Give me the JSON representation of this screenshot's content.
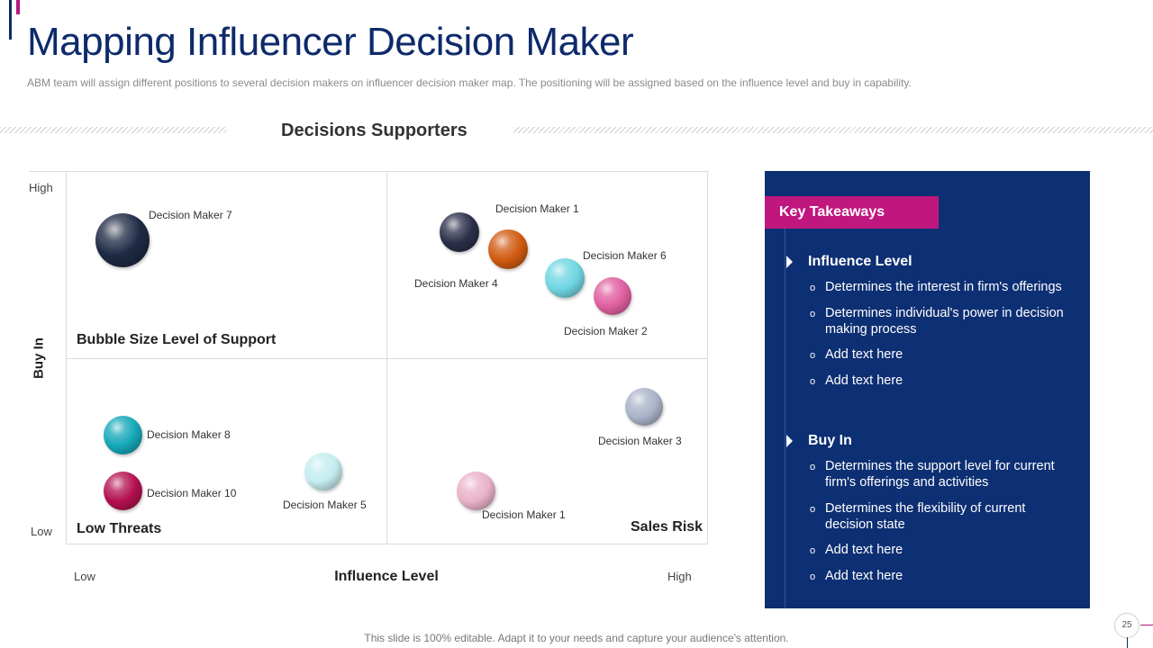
{
  "title": "Mapping Influencer Decision Maker",
  "subtitle": "ABM  team will assign different positions to several decision makers on influencer decision maker map. The positioning will be assigned based on the influence level and buy in capability.",
  "section_title": "Decisions Supporters",
  "matrix": {
    "y_axis": {
      "label": "Buy In",
      "high": "High",
      "low": "Low"
    },
    "x_axis": {
      "label": "Influence Level",
      "low": "Low",
      "high": "High"
    },
    "quadrant_labels": {
      "top_left": "Bubble Size  Level of Support",
      "bottom_left": "Low Threats",
      "bottom_right": "Sales Risk"
    }
  },
  "chart_data": {
    "type": "scatter",
    "xlabel": "Influence Level",
    "ylabel": "Buy In",
    "xlim": [
      "Low",
      "High"
    ],
    "ylim": [
      "Low",
      "High"
    ],
    "grid": "2x2 quadrants",
    "points": [
      {
        "name": "Decision Maker 7",
        "color": "#1e2a44"
      },
      {
        "name": "Decision Maker 1",
        "color": "#2b2f4a"
      },
      {
        "name": "Decision Maker 4",
        "color": "#d05a10"
      },
      {
        "name": "Decision Maker 6",
        "color": "#6fd6e2"
      },
      {
        "name": "Decision Maker 2",
        "color": "#e05ea0"
      },
      {
        "name": "Decision Maker 8",
        "color": "#15a8b8"
      },
      {
        "name": "Decision Maker 10",
        "color": "#b3104f"
      },
      {
        "name": "Decision Maker 5",
        "color": "#c4ecef"
      },
      {
        "name": "Decision Maker 3",
        "color": "#a9b3c8"
      },
      {
        "name": "Decision Maker 1",
        "color": "#eab1c9"
      }
    ]
  },
  "takeaways": {
    "header": "Key Takeaways",
    "sections": [
      {
        "heading": "Influence Level",
        "bullets": [
          "Determines the interest in firm's offerings",
          "Determines individual's power in decision making process",
          "Add text here",
          "Add text here"
        ]
      },
      {
        "heading": "Buy In",
        "bullets": [
          "Determines the support level for current firm's offerings and activities",
          "Determines the flexibility  of current decision state",
          "Add text here",
          "Add text here"
        ]
      }
    ],
    "bullet_marker": "o"
  },
  "footer": "This slide is 100% editable. Adapt it to your needs and capture your audience's attention.",
  "page_number": "25",
  "colors": {
    "navy": "#0d2f73",
    "pink": "#c0177f",
    "title": "#0d2a6b"
  }
}
